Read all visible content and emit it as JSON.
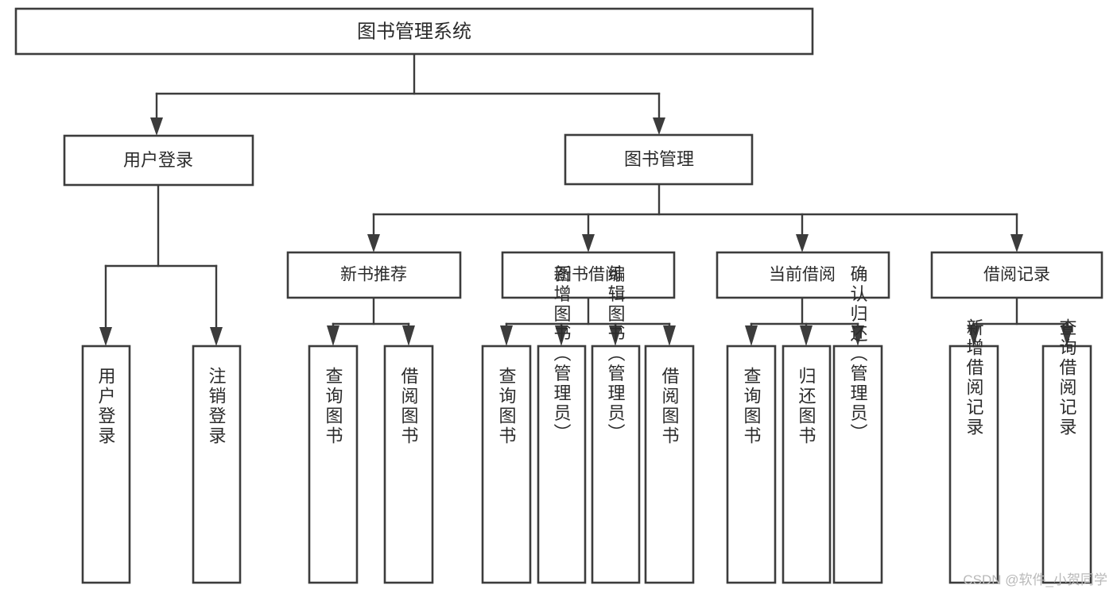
{
  "diagram": {
    "type": "tree",
    "title": "图书管理系统",
    "root": {
      "id": "root",
      "label": "图书管理系统"
    },
    "level1": [
      {
        "id": "user-login",
        "label": "用户登录"
      },
      {
        "id": "book-manage",
        "label": "图书管理"
      }
    ],
    "level2": [
      {
        "id": "new-book-recommend",
        "label": "新书推荐",
        "parent": "book-manage"
      },
      {
        "id": "book-borrow",
        "label": "图书借阅",
        "parent": "book-manage"
      },
      {
        "id": "current-borrow",
        "label": "当前借阅",
        "parent": "book-manage"
      },
      {
        "id": "borrow-record",
        "label": "借阅记录",
        "parent": "book-manage"
      }
    ],
    "leaves": [
      {
        "id": "leaf-user-login",
        "label": "用户登录",
        "parent": "user-login"
      },
      {
        "id": "leaf-user-logout",
        "label": "注销登录",
        "parent": "user-login"
      },
      {
        "id": "leaf-query-book-1",
        "label": "查询图书",
        "parent": "new-book-recommend"
      },
      {
        "id": "leaf-borrow-book-1",
        "label": "借阅图书",
        "parent": "new-book-recommend"
      },
      {
        "id": "leaf-query-book-2",
        "label": "查询图书",
        "parent": "book-borrow"
      },
      {
        "id": "leaf-add-book",
        "label": "新增图书（管理员）",
        "parent": "book-borrow"
      },
      {
        "id": "leaf-edit-book",
        "label": "编辑图书（管理员）",
        "parent": "book-borrow"
      },
      {
        "id": "leaf-borrow-book-2",
        "label": "借阅图书",
        "parent": "book-borrow"
      },
      {
        "id": "leaf-query-book-3",
        "label": "查询图书",
        "parent": "current-borrow"
      },
      {
        "id": "leaf-return-book",
        "label": "归还图书",
        "parent": "current-borrow"
      },
      {
        "id": "leaf-confirm-return",
        "label": "确认归还（管理员）",
        "parent": "current-borrow"
      },
      {
        "id": "leaf-add-record",
        "label": "新增借阅记录",
        "parent": "borrow-record"
      },
      {
        "id": "leaf-query-record",
        "label": "查询借阅记录",
        "parent": "borrow-record"
      }
    ],
    "colors": {
      "stroke": "#3c3c3c",
      "fill": "#ffffff",
      "text": "#2b2b2b",
      "watermark": "#b9b9b9"
    }
  },
  "watermark": {
    "text": "CSDN @软件_小贺同学"
  }
}
